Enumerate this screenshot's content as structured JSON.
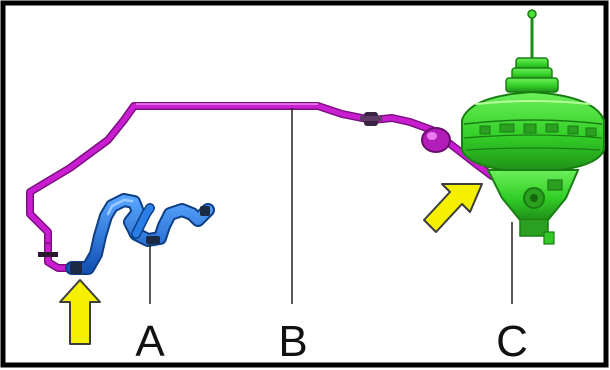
{
  "figure": {
    "callouts": [
      {
        "id": "A",
        "label": "A"
      },
      {
        "id": "B",
        "label": "B"
      },
      {
        "id": "C",
        "label": "C"
      }
    ]
  },
  "colors": {
    "frame": "#000000",
    "vacuum_line": "#c81ecf",
    "vacuum_line_shadow": "#7d0e82",
    "blue_hose": "#1f72d6",
    "blue_hose_shadow": "#0d3f86",
    "booster": "#39d62c",
    "booster_shadow": "#1a7d14",
    "arrow_fill": "#f4f000",
    "arrow_stroke": "#3c3c3c",
    "leader_line": "#222222"
  },
  "icons": [
    "arrow-up-icon",
    "arrow-diagonal-icon"
  ]
}
